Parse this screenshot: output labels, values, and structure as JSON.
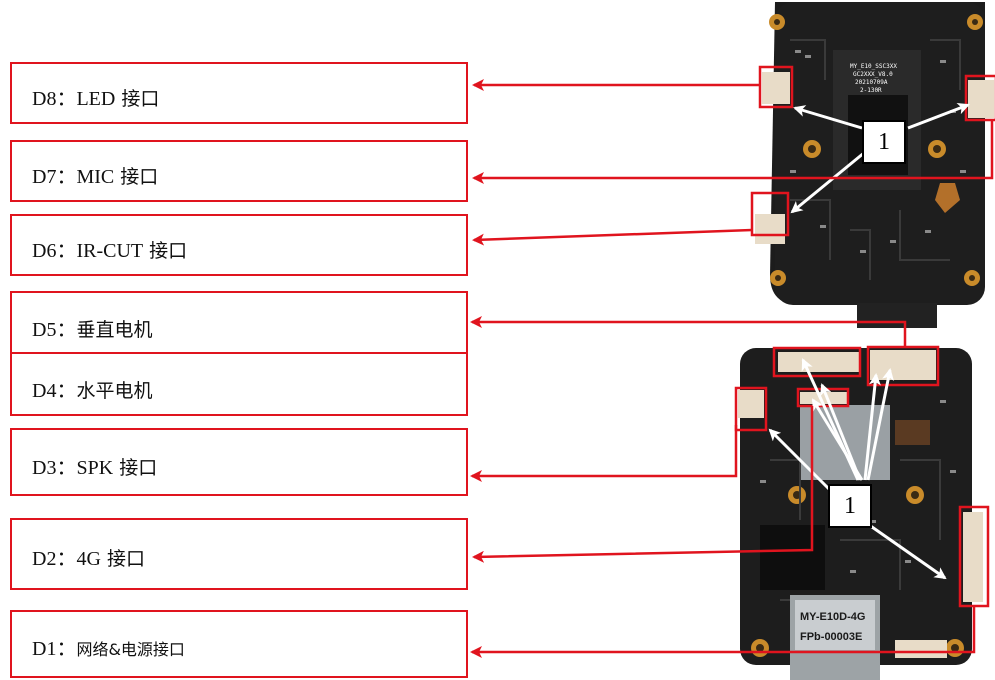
{
  "labels": [
    {
      "code": "D8：",
      "name": "LED",
      "suffix": " 接口"
    },
    {
      "code": "D7：",
      "name": "MIC",
      "suffix": " 接口"
    },
    {
      "code": "D6：",
      "name": "IR-CUT",
      "suffix": " 接口"
    },
    {
      "code": "D5：",
      "name": "",
      "suffix": "垂直电机"
    },
    {
      "code": "D4：",
      "name": "",
      "suffix": "水平电机"
    },
    {
      "code": "D3：",
      "name": "SPK",
      "suffix": " 接口"
    },
    {
      "code": "D2：",
      "name": "4G",
      "suffix": " 接口"
    },
    {
      "code": "D1：",
      "name": "",
      "suffix": "网络&电源接口"
    }
  ],
  "callouts": [
    "1",
    "1"
  ],
  "board_text": {
    "top_chip": [
      "MY_E10_SSC3XX",
      "GC2XXX_V8.0",
      "20210709A",
      "2-130R"
    ],
    "bottom_label": [
      "MY-E10D-4G",
      "FPb-00003E"
    ]
  },
  "colors": {
    "frame": "#e0141e",
    "pcb": "#1c1c1c",
    "pin": "#e8dcc8",
    "pad": "#c98b2a"
  }
}
